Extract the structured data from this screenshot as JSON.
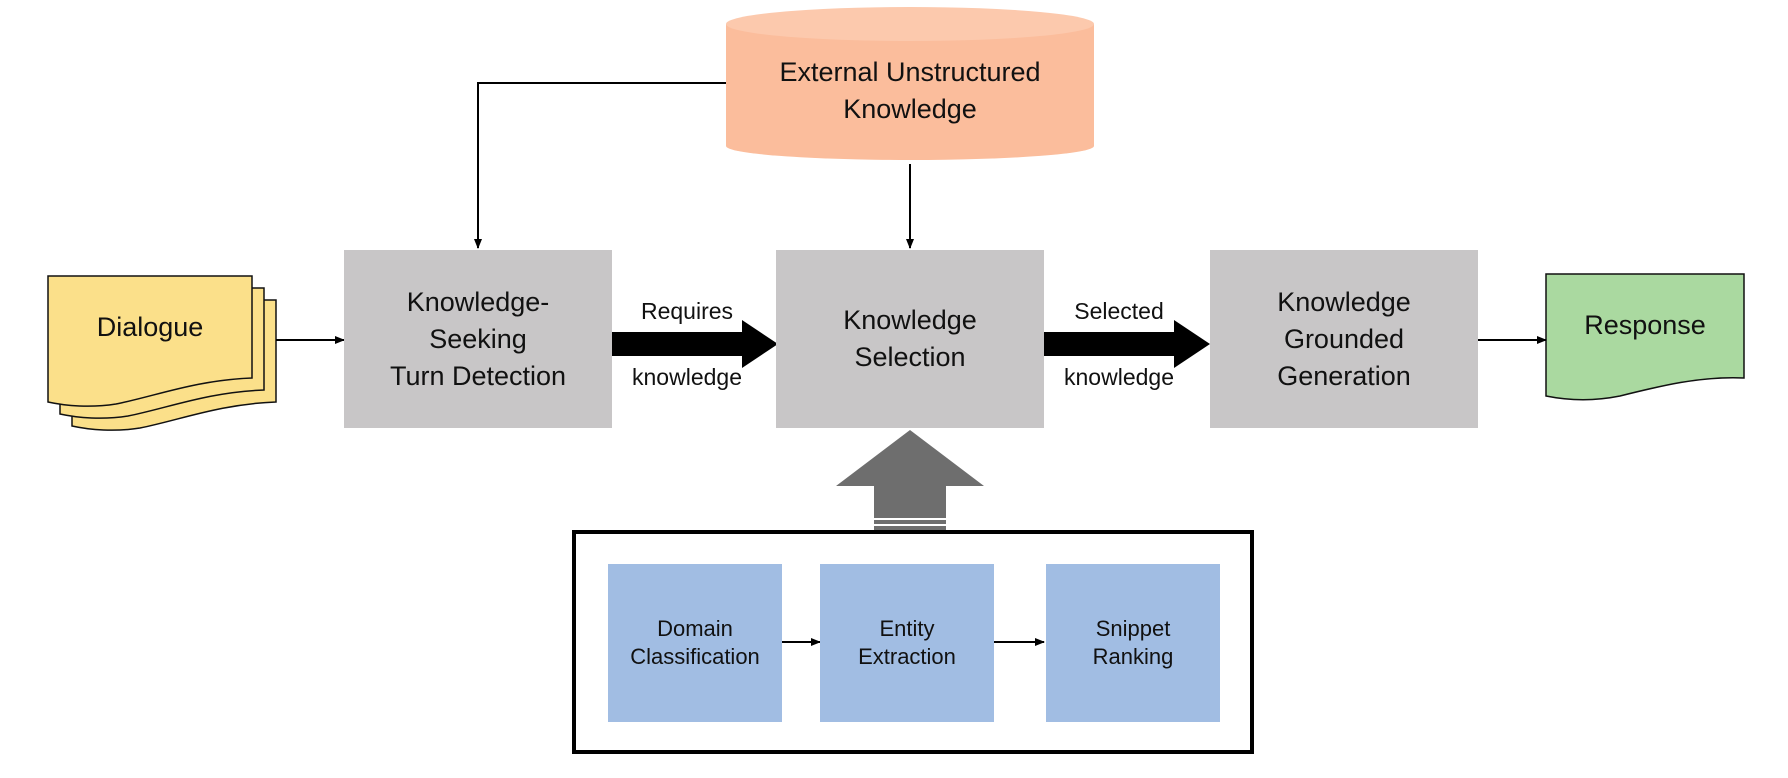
{
  "external_knowledge": {
    "line1": "External Unstructured",
    "line2": "Knowledge"
  },
  "dialogue": {
    "label": "Dialogue"
  },
  "turn_detection": {
    "line1": "Knowledge-",
    "line2": "Seeking",
    "line3": "Turn Detection"
  },
  "selection": {
    "line1": "Knowledge",
    "line2": "Selection"
  },
  "generation": {
    "line1": "Knowledge",
    "line2": "Grounded",
    "line3": "Generation"
  },
  "response": {
    "label": "Response"
  },
  "arrow_requires": {
    "line1": "Requires",
    "line2": "knowledge"
  },
  "arrow_selected": {
    "line1": "Selected",
    "line2": "knowledge"
  },
  "subpipeline": {
    "domain": {
      "line1": "Domain",
      "line2": "Classification"
    },
    "entity": {
      "line1": "Entity",
      "line2": "Extraction"
    },
    "snippet": {
      "line1": "Snippet",
      "line2": "Ranking"
    }
  },
  "colors": {
    "database": "#fbbd9c",
    "dialogue": "#fbe08a",
    "process": "#c8c6c7",
    "response": "#aad9a0",
    "subtask": "#a1bde3",
    "arrow": "#000000",
    "up_arrow": "#6e6e6e"
  }
}
